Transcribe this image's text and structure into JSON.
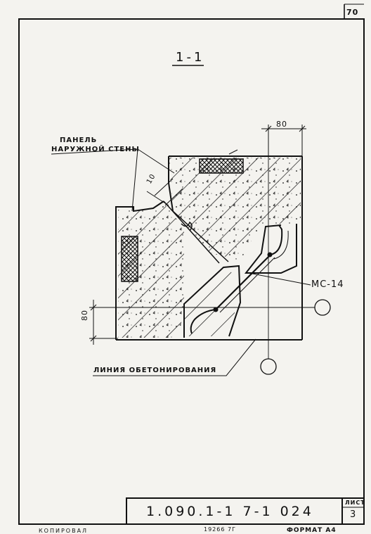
{
  "sheet_number": "70",
  "section_title": "1-1",
  "labels": {
    "panel_line1": "ПАНЕЛЬ",
    "panel_line2": "НАРУЖНОЙ СТЕНЫ",
    "concreting_line": "ЛИНИЯ ОБЕТОНИРОВАНИЯ",
    "connector": "МС-14"
  },
  "dimensions": {
    "top": "80",
    "left": "80",
    "joint": "10"
  },
  "title_block": {
    "document_code": "1.090.1-1 7-1 024",
    "sheet_label": "ЛИСТ",
    "sheet_value": "3"
  },
  "footer": {
    "left": "КОПИРОВАЛ",
    "middle": "19266   7Г",
    "right": "ФОРМАТ А4"
  },
  "colors": {
    "ink": "#111111",
    "paper": "#f4f3ef"
  }
}
